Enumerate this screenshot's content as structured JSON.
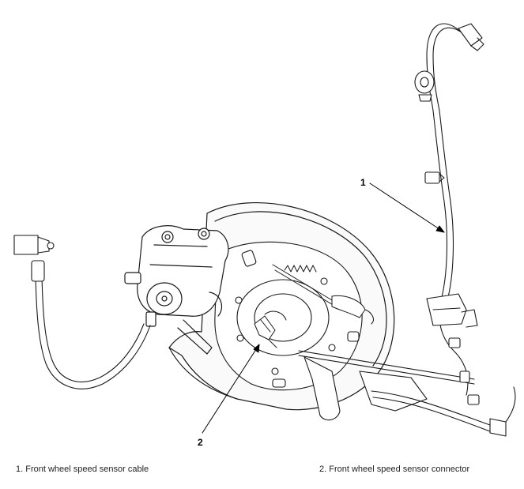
{
  "callouts": {
    "one": "1",
    "two": "2"
  },
  "legend": {
    "item1": "1. Front wheel speed sensor cable",
    "item2": "2. Front wheel speed sensor connector"
  }
}
